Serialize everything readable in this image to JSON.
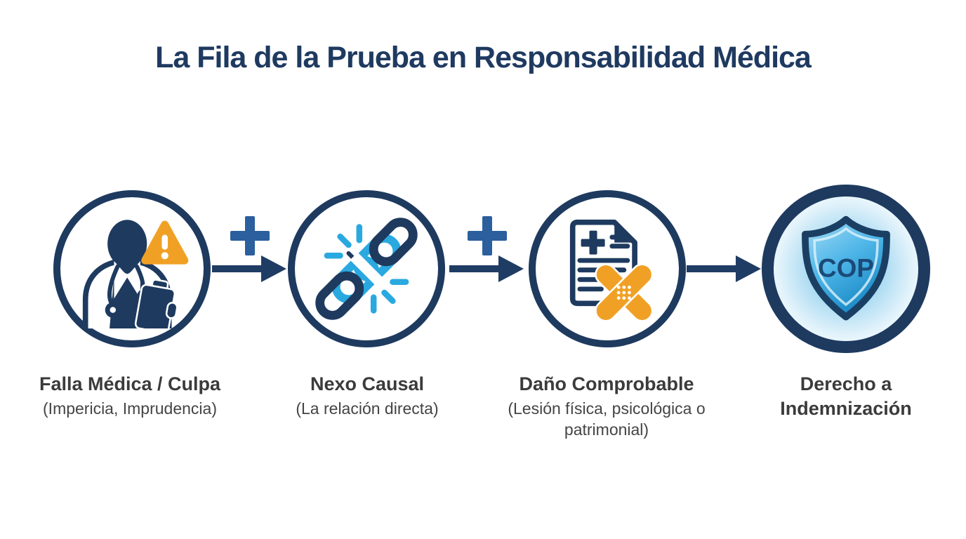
{
  "title": "La Fila de la Prueba en Responsabilidad Médica",
  "steps": [
    {
      "icon": "doctor-warning-icon",
      "label": "Falla Médica / Culpa",
      "sublabel": "(Impericia, Imprudencia)"
    },
    {
      "icon": "broken-chain-icon",
      "label": "Nexo Causal",
      "sublabel": "(La relación directa)"
    },
    {
      "icon": "medical-report-bandage-icon",
      "label": "Daño Comprobable",
      "sublabel": "(Lesión física, psicológica o patrimonial)"
    },
    {
      "icon": "shield-cop-icon",
      "label": "Derecho a Indemnización",
      "badge": "COP"
    }
  ],
  "connectors": [
    {
      "between": "step-1-step-2",
      "icons": [
        "plus-icon",
        "arrow-right-icon"
      ]
    },
    {
      "between": "step-2-step-3",
      "icons": [
        "plus-icon",
        "arrow-right-icon"
      ]
    },
    {
      "between": "step-3-step-4",
      "icons": [
        "arrow-right-icon"
      ]
    }
  ],
  "colors": {
    "navy": "#1e3a5f",
    "title_navy": "#1f3a60",
    "plus_blue": "#2b5f9d",
    "light_blue": "#2aa9e0",
    "orange": "#f0a125",
    "shield_blue": "#4fb6e8",
    "shield_text": "#1b4a78",
    "label_gray": "#3b3b3b",
    "background": "#ffffff"
  }
}
